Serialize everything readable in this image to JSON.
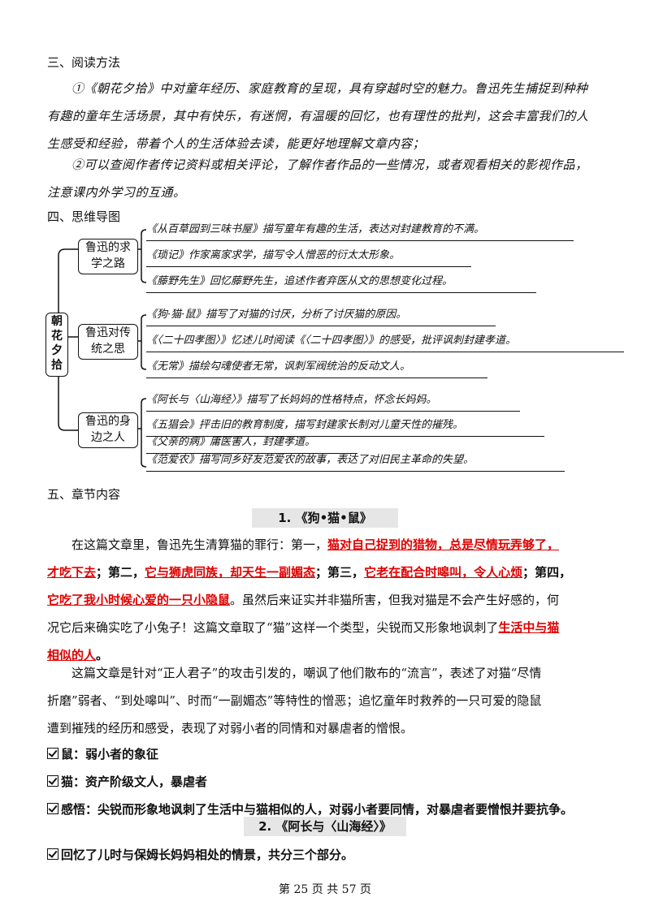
{
  "sections": {
    "s3": "三、阅读方法",
    "s4": "四、思维导图",
    "s5": "五、章节内容"
  },
  "reading": {
    "p1": [
      "①《朝花夕拾》中对童年经历、家庭教育的呈现，具有穿越时空的魅力。鲁迅先生捕捉到种种",
      "有趣的童年生活场景，其中有快乐，有迷惘，有温暖的回忆，也有理性的批判，这会丰富我们的人",
      "生感受和经验，带着个人的生活体验去读，能更好地理解文章内容；"
    ],
    "p2": [
      "②可以查阅作者传记资料或相关评论，了解作者作品的一些情况，或者观看相关的影视作品，",
      "注意课内外学习的互通。"
    ]
  },
  "mindmap": {
    "root": "朝花夕拾",
    "groups": [
      {
        "label": "鲁迅的求学之路",
        "items": [
          "《从百草园到三味书屋》描写童年有趣的生活，表达对封建教育的不满。",
          "《琐记》作家离家求学，描写令人憎恶的衍太太形象。",
          "《藤野先生》回忆藤野先生，追述作者弃医从文的思想变化过程。"
        ]
      },
      {
        "label": "鲁迅对传统之思",
        "items": [
          "《狗·猫·鼠》描写了对猫的讨厌，分析了讨厌猫的原因。",
          "《〈二十四孝图〉》忆述儿时阅读《〈二十四孝图〉》的感受，批评讽刺封建孝道。",
          "《无常》描绘勾魂使者无常，讽刺军阀统治的反动文人。"
        ]
      },
      {
        "label": "鲁迅的身边之人",
        "items": [
          "《阿长与〈山海经〉》描写了长妈妈的性格特点，怀念长妈妈。",
          "《五猖会》抨击旧的教育制度，描写封建家长制对儿童天性的摧残。",
          "《父亲的病》庸医害人，封建孝道。",
          "《范爱农》描写同乡好友范爱农的故事，表达了对旧民主革命的失望。"
        ]
      }
    ]
  },
  "chapter1": {
    "title": "1. 《狗•猫•鼠》",
    "p1_l1_a": "在这篇文章里，鲁迅先生清算猫的罪行：第一，",
    "p1_l1_b": "猫对自己捉到的猎物，总是尽情玩弄够了，",
    "p1_l2_a": "才吃下去",
    "p1_l2_b": "；第二，",
    "p1_l2_c": "它与狮虎同族，却天生一副媚态",
    "p1_l2_d": "；第三，",
    "p1_l2_e": "它老在配合时嗥叫，令人心烦",
    "p1_l2_f": "；第四，",
    "p1_l3_a": "它吃了我小时候心爱的一只小隐鼠",
    "p1_l3_b": "。虽然后来证实并非猫所害，但我对猫是不会产生好感的，何",
    "p1_l4_a": "况它后来确实吃了小兔子！这篇文章取了“猫”这样一个类型，尖锐而又形象地讽刺了",
    "p1_l4_b": "生活中与猫",
    "p1_l5_a": "相似的人",
    "p1_l5_b": "。",
    "p2": [
      "这篇文章是针对“正人君子”的攻击引发的，嘲讽了他们散布的“流言”，表述了对猫“尽情",
      "折磨”弱者、“到处嗥叫”、时而“一副媚态”等特性的憎恶；追忆童年时救养的一只可爱的隐鼠",
      "遭到摧残的经历和感受，表现了对弱小者的同情和对暴虐者的憎恨。"
    ],
    "notes": [
      "鼠：弱小者的象征",
      "猫：资产阶级文人，暴虐者",
      "感悟：尖锐而形象地讽刺了生活中与猫相似的人，对弱小者要同情，对暴虐者要憎恨并要抗争。"
    ]
  },
  "chapter2": {
    "title": "2. 《阿长与〈山海经〉》",
    "notes": [
      "回忆了儿时与保姆长妈妈相处的情景，共分三个部分。"
    ]
  },
  "footer": "第 25 页 共 57 页"
}
